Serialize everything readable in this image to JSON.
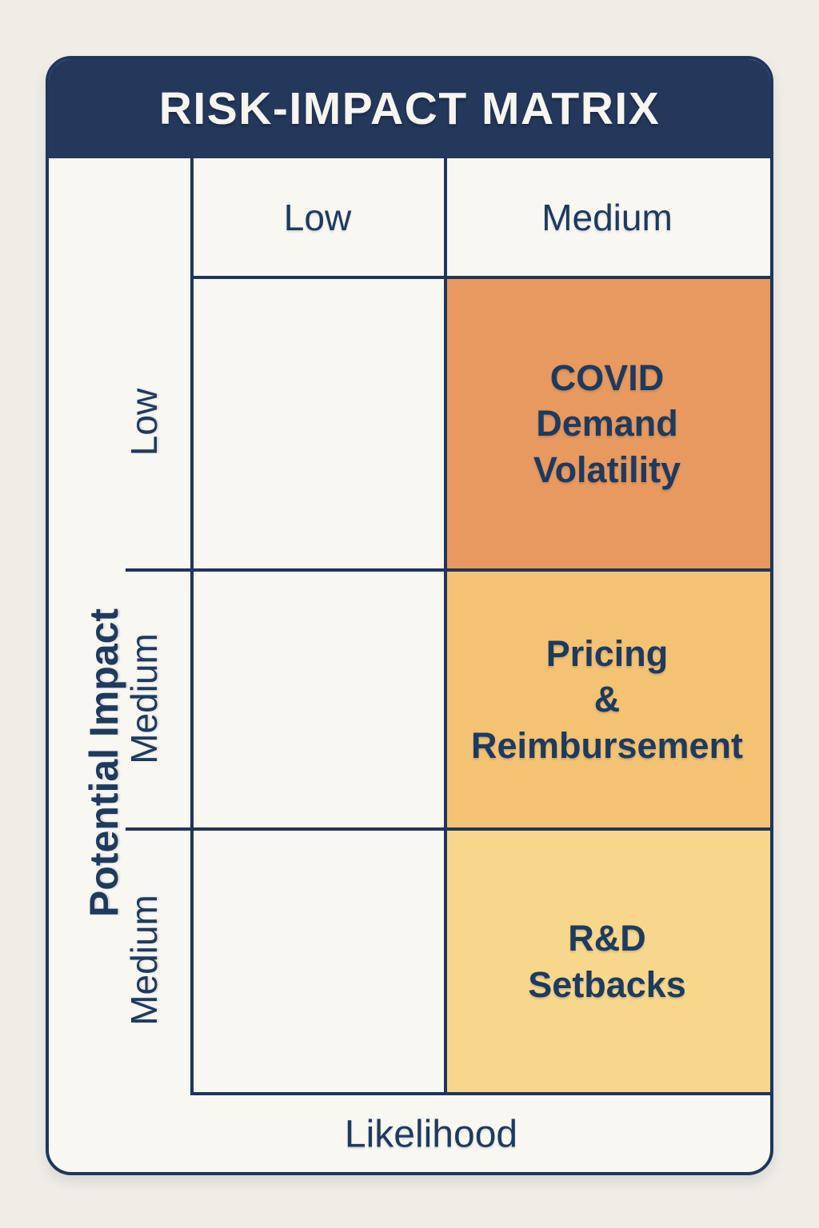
{
  "title": "RISK-IMPACT MATRIX",
  "axes": {
    "y": "Potential Impact",
    "x": "Likelihood"
  },
  "columns": [
    "Low",
    "Medium"
  ],
  "rows": [
    "Low",
    "Medium",
    "Medium"
  ],
  "cells": [
    {
      "row": "Low",
      "column": "Medium",
      "label": "COVID\nDemand\nVolatility",
      "color": "#E7995F"
    },
    {
      "row": "Medium",
      "column": "Medium",
      "label": "Pricing\n&\nReimbursement",
      "color": "#F4C273"
    },
    {
      "row": "Medium",
      "column": "Medium",
      "label": "R&D\nSetbacks",
      "color": "#F7D78C"
    }
  ],
  "colors": {
    "navy": "#24385C",
    "grid_line": "#1F355B",
    "card_background": "#F9F7F2",
    "page_background": "#F0EDE6",
    "title_text": "#F7F5F0",
    "label_text": "#1E3A5E"
  }
}
